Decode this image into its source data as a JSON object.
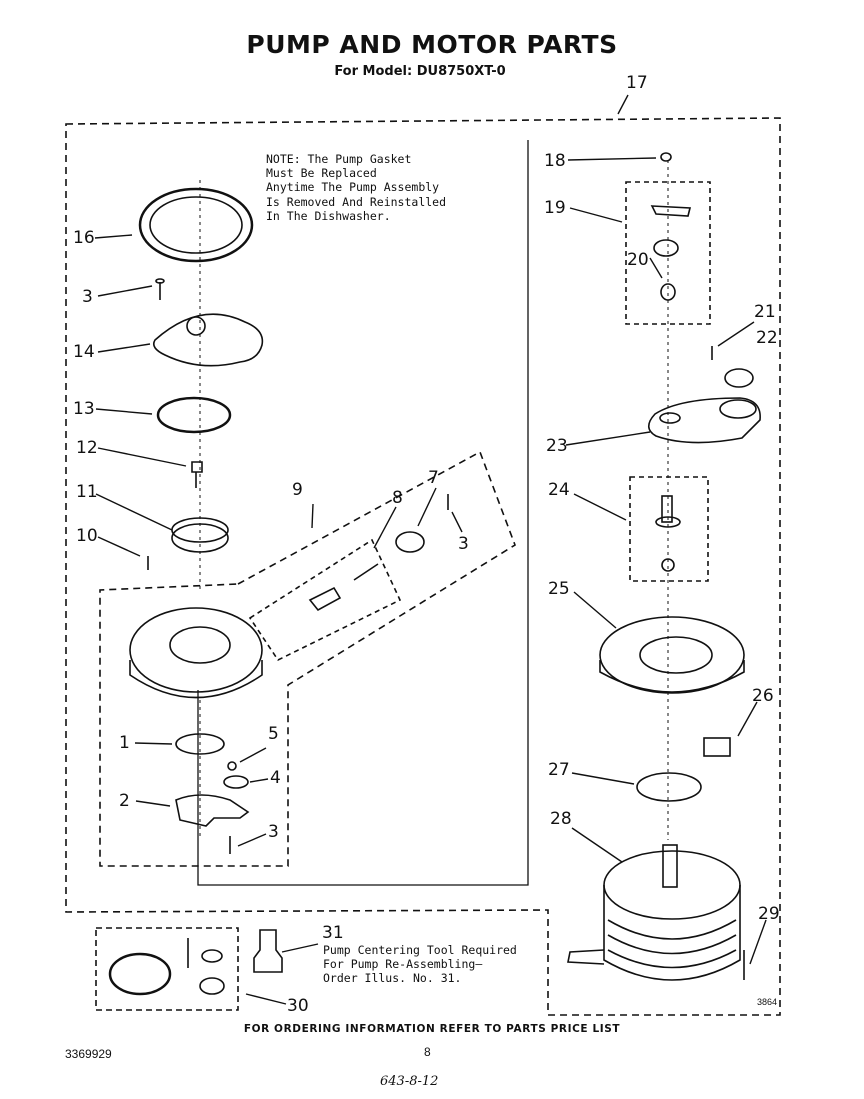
{
  "header": {
    "title": "PUMP AND MOTOR PARTS",
    "subtitle": "For Model: DU8750XT-0"
  },
  "note": {
    "text": "NOTE: The Pump Gasket\nMust Be Replaced\nAnytime The Pump Assembly\nIs Removed And Reinstalled\nIn The Dishwasher."
  },
  "tool_note": {
    "lines": [
      "Pump Centering Tool Required",
      "For Pump Re-Assembling—",
      "Order Illus. No. 31."
    ]
  },
  "callouts": {
    "c17": "17",
    "c16": "16",
    "c3a": "3",
    "c14": "14",
    "c13": "13",
    "c12": "12",
    "c11": "11",
    "c10": "10",
    "c9": "9",
    "c8": "8",
    "c7": "7",
    "c3b": "3",
    "c1": "1",
    "c5": "5",
    "c4": "4",
    "c2": "2",
    "c3c": "3",
    "c18": "18",
    "c19": "19",
    "c20": "20",
    "c21": "21",
    "c22": "22",
    "c23": "23",
    "c24": "24",
    "c25": "25",
    "c26": "26",
    "c27": "27",
    "c28": "28",
    "c29": "29",
    "c31": "31",
    "c30": "30"
  },
  "footer": {
    "ordering": "FOR ORDERING INFORMATION REFER TO PARTS PRICE LIST",
    "doc_number": "3369929",
    "page_number": "8",
    "handwritten": "643-8-12",
    "drawing_code": "3864"
  }
}
